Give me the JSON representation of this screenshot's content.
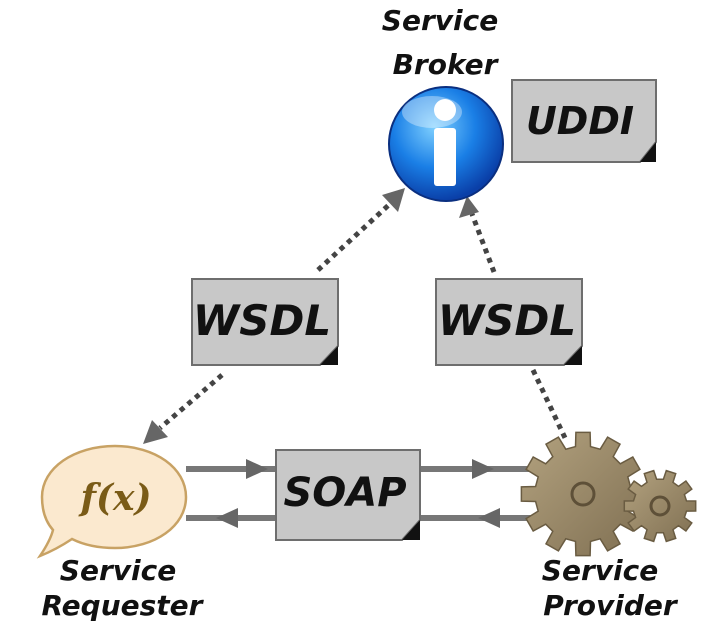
{
  "nodes": {
    "broker": {
      "line1": "Service",
      "line2": "Broker",
      "icon": "info-icon"
    },
    "requester": {
      "line1": "Service",
      "line2": "Requester",
      "symbol": "f(x)",
      "icon": "speech-bubble-icon"
    },
    "provider": {
      "line1": "Service",
      "line2": "Provider",
      "icon": "gears-icon"
    }
  },
  "documents": {
    "uddi": "UDDI",
    "wsdl_left": "WSDL",
    "wsdl_right": "WSDL",
    "soap": "SOAP"
  },
  "colors": {
    "document_fill": "#c8c8c8",
    "document_stroke": "#6e6e6e",
    "arrow": "#666666",
    "broker_blue": "#1a7fe6",
    "bubble_fill": "#fbe9cf",
    "bubble_stroke": "#c8a264",
    "gear": "#9b8a6a"
  }
}
